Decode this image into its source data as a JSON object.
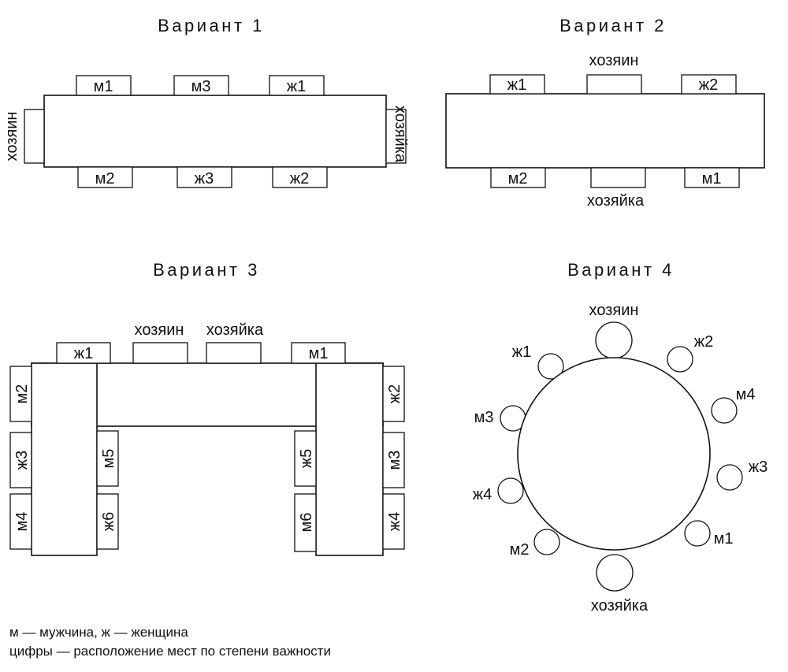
{
  "variant1": {
    "title": "Вариант 1",
    "host": "хозяин",
    "hostess": "хозяйка",
    "top_seats": [
      "м1",
      "м3",
      "ж1"
    ],
    "bottom_seats": [
      "м2",
      "ж3",
      "ж2"
    ]
  },
  "variant2": {
    "title": "Вариант 2",
    "host": "хозяин",
    "hostess": "хозяйка",
    "top_seats": [
      "ж1",
      "ж2"
    ],
    "bottom_seats": [
      "м2",
      "м1"
    ]
  },
  "variant3": {
    "title": "Вариант 3",
    "host": "хозяин",
    "hostess": "хозяйка",
    "top_seats": [
      "ж1",
      "м1"
    ],
    "left_outer": [
      "м2",
      "ж3",
      "м4"
    ],
    "left_inner": [
      "м5",
      "ж6"
    ],
    "right_inner": [
      "ж5",
      "м6"
    ],
    "right_outer": [
      "ж2",
      "м3",
      "ж4"
    ]
  },
  "variant4": {
    "title": "Вариант 4",
    "host": "хозяин",
    "hostess": "хозяйка",
    "seats": [
      "ж1",
      "ж2",
      "м3",
      "м4",
      "ж4",
      "ж3",
      "м2",
      "м1"
    ]
  },
  "legend": {
    "line1": "м — мужчина, ж — женщина",
    "line2": "цифры — расположение мест по степени важности"
  }
}
